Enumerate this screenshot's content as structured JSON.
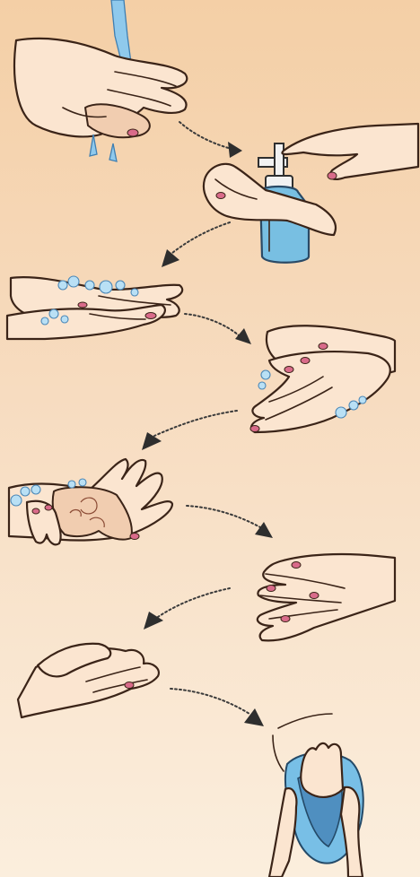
{
  "illustration": {
    "steps": [
      {
        "id": 1,
        "icon": "wet-hands-under-water-icon"
      },
      {
        "id": 2,
        "icon": "soap-dispenser-pump-icon"
      },
      {
        "id": 3,
        "icon": "rub-palms-lather-icon"
      },
      {
        "id": 4,
        "icon": "back-of-hands-icon"
      },
      {
        "id": 5,
        "icon": "between-fingers-icon"
      },
      {
        "id": 6,
        "icon": "interlaced-fingers-icon"
      },
      {
        "id": 7,
        "icon": "rinse-cupped-hands-icon"
      },
      {
        "id": 8,
        "icon": "dry-with-towel-icon"
      }
    ],
    "colors": {
      "background_top": "#f4cfa6",
      "background_bottom": "#fbeedd",
      "skin": "#fbe5d0",
      "foam": "#a9d6ef",
      "nail_polish": "#d96b8a",
      "towel": "#78bfe6",
      "soap_bottle": "#78bfe2"
    }
  }
}
